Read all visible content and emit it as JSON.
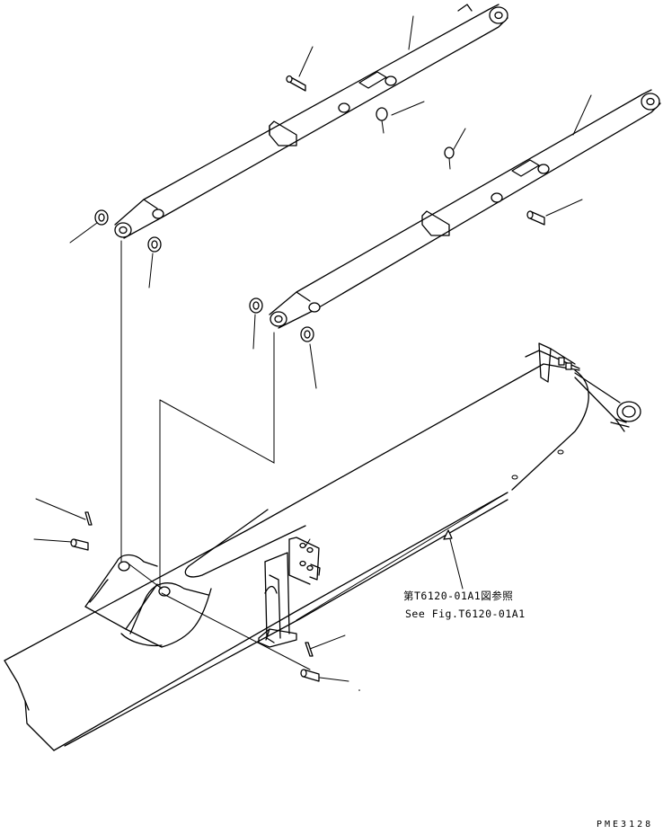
{
  "reference_note": {
    "japanese": "第T6120-01A1図参照",
    "english": "See Fig.T6120-01A1"
  },
  "drawing_number": "PME3128"
}
